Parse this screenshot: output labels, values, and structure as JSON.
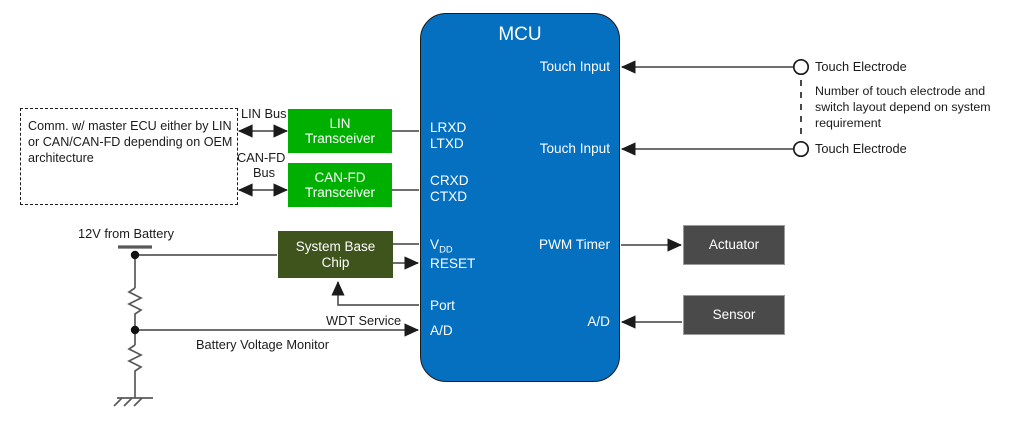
{
  "diagram": {
    "title": "Automotive MCU system block diagram",
    "colors": {
      "mcu_blue": "#0570C0",
      "transceiver_green": "#00B000",
      "sbc_olive": "#3F541C",
      "peripheral_gray": "#4A4A4A",
      "wire": "#595959",
      "outline": "#1b1b1b"
    }
  },
  "mcu": {
    "title": "MCU",
    "left_pins": [
      {
        "label": "LRXD"
      },
      {
        "label": "LTXD"
      },
      {
        "label": "CRXD"
      },
      {
        "label": "CTXD"
      },
      {
        "label": "VDD_prefix",
        "text": "V",
        "subscript": "DD"
      },
      {
        "label": "RESET"
      },
      {
        "label": "Port"
      },
      {
        "label": "A/D"
      }
    ],
    "right_pins": [
      {
        "label": "Touch Input"
      },
      {
        "label": "Touch Input"
      },
      {
        "label": "PWM Timer"
      },
      {
        "label": "A/D"
      }
    ]
  },
  "blocks": {
    "lin_transceiver": {
      "line1": "LIN",
      "line2": "Transceiver"
    },
    "canfd_transceiver": {
      "line1": "CAN-FD",
      "line2": "Transceiver"
    },
    "system_base_chip": {
      "line1": "System Base",
      "line2": "Chip"
    },
    "actuator": {
      "label": "Actuator"
    },
    "sensor": {
      "label": "Sensor"
    }
  },
  "comm_box": {
    "text": "Comm. w/ master ECU either by LIN or CAN/CAN-FD depending on OEM architecture"
  },
  "bus_labels": {
    "lin_bus": "LIN Bus",
    "canfd_bus_line1": "CAN-FD",
    "canfd_bus_line2": "Bus"
  },
  "power": {
    "battery_label": "12V from Battery",
    "battery_monitor_label": "Battery Voltage Monitor",
    "wdt_label": "WDT Service"
  },
  "touch": {
    "electrode_top": "Touch Electrode",
    "electrode_bottom": "Touch Electrode",
    "note": "Number of touch electrode and switch layout depend on system requirement"
  }
}
